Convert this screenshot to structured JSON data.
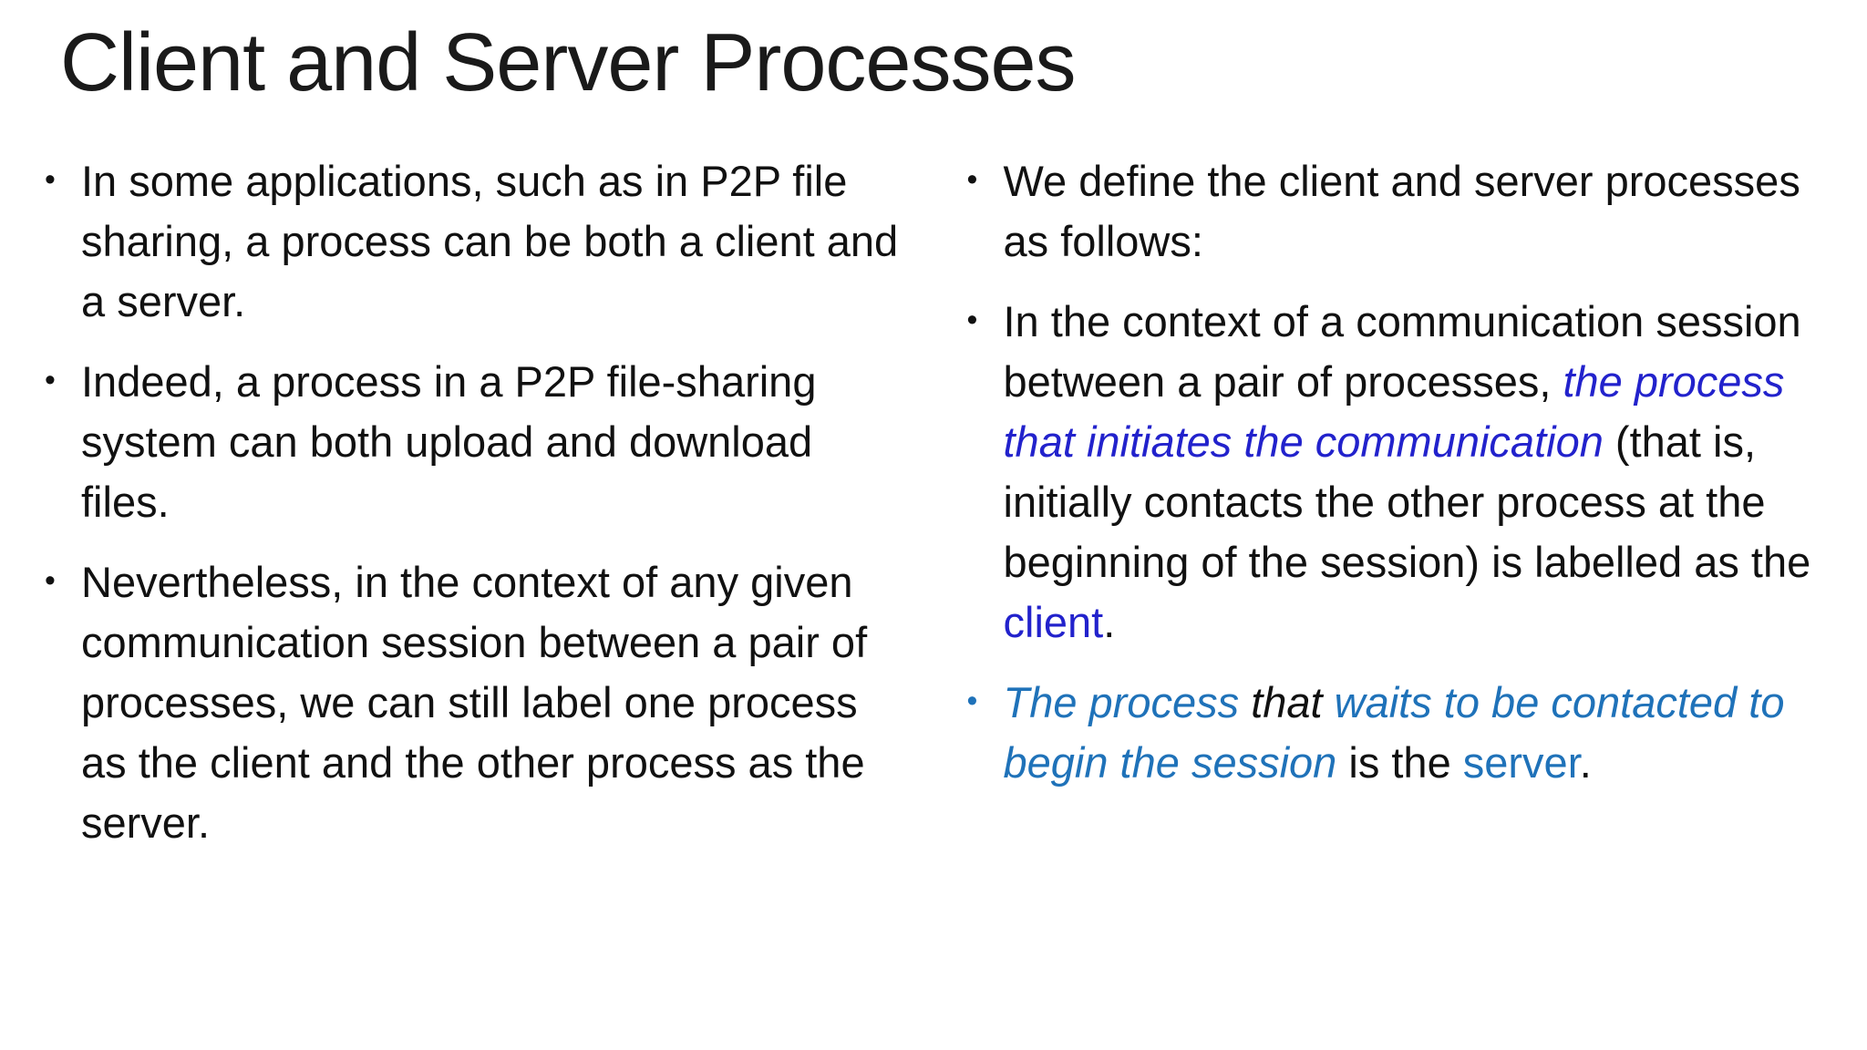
{
  "slide": {
    "title": "Client and Server Processes",
    "colors": {
      "text": "#111111",
      "accent_dark_blue": "#2222cc",
      "accent_light_blue": "#1f72b9",
      "background": "#ffffff"
    },
    "columns": [
      {
        "name": "left",
        "bullets": [
          {
            "marker": "default",
            "runs": [
              {
                "t": "In some applications, such as in P2P file sharing, a process can be both a client and a server.",
                "s": "plain"
              }
            ]
          },
          {
            "marker": "default",
            "runs": [
              {
                "t": "Indeed, a process in a P2P file-sharing system can both upload and download files.",
                "s": "plain"
              }
            ]
          },
          {
            "marker": "default",
            "runs": [
              {
                "t": "Nevertheless, in the context of any given communication session between a pair of processes, we can still label one process as the client and the other process as the server.",
                "s": "plain"
              }
            ]
          }
        ]
      },
      {
        "name": "right",
        "bullets": [
          {
            "marker": "default",
            "runs": [
              {
                "t": "We define the client and server processes as follows:",
                "s": "plain"
              }
            ]
          },
          {
            "marker": "default",
            "runs": [
              {
                "t": "In the context of a communication session between a pair of processes, ",
                "s": "plain"
              },
              {
                "t": "the process that initiates the communication",
                "s": "blue-italic"
              },
              {
                "t": " (that is, initially contacts the other process at the beginning of the session) is labelled as the ",
                "s": "plain"
              },
              {
                "t": "client",
                "s": "blue"
              },
              {
                "t": ".",
                "s": "plain"
              }
            ]
          },
          {
            "marker": "lightblue",
            "runs": [
              {
                "t": "The process",
                "s": "lblue-italic"
              },
              {
                "t": " ",
                "s": "plain"
              },
              {
                "t": "that",
                "s": "italic"
              },
              {
                "t": " ",
                "s": "plain"
              },
              {
                "t": "waits to be contacted to begin the session",
                "s": "lblue-italic"
              },
              {
                "t": " is the ",
                "s": "plain"
              },
              {
                "t": "server",
                "s": "lblue"
              },
              {
                "t": ".",
                "s": "plain"
              }
            ]
          }
        ]
      }
    ]
  }
}
